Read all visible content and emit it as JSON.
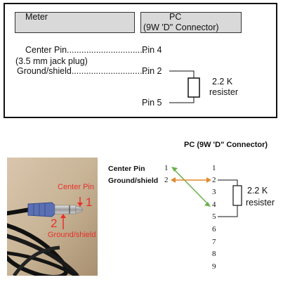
{
  "top_diagram": {
    "meter_header": "Meter",
    "pc_header": "PC",
    "pc_connector": "(9W 'D\" Connector)",
    "center_pin_line": "Center Pin.................................",
    "jack_note": "(3.5 mm jack plug)",
    "ground_line": "Ground/shield................................",
    "pin4": "Pin 4",
    "pin2": "Pin 2",
    "pin5": "Pin 5",
    "resistor_value": "2.2 K",
    "resistor_word": "resister"
  },
  "photo": {
    "center_pin_label": "Center Pin",
    "marker_1": "1",
    "marker_2": "2",
    "ground_label": "Ground/shield"
  },
  "bottom_diagram": {
    "pc_title": "PC (9W 'D\" Connector)",
    "center_pin_label": "Center Pin",
    "ground_label": "Ground/shield",
    "left_numbers": [
      "1",
      "2"
    ],
    "right_numbers": [
      "1",
      "2",
      "3",
      "4",
      "5",
      "6",
      "7",
      "8",
      "9"
    ],
    "resistor_value": "2.2 K",
    "resistor_word": "resister",
    "colors": {
      "green_wire": "#6ab04c",
      "orange_wire": "#e08a2c"
    }
  }
}
